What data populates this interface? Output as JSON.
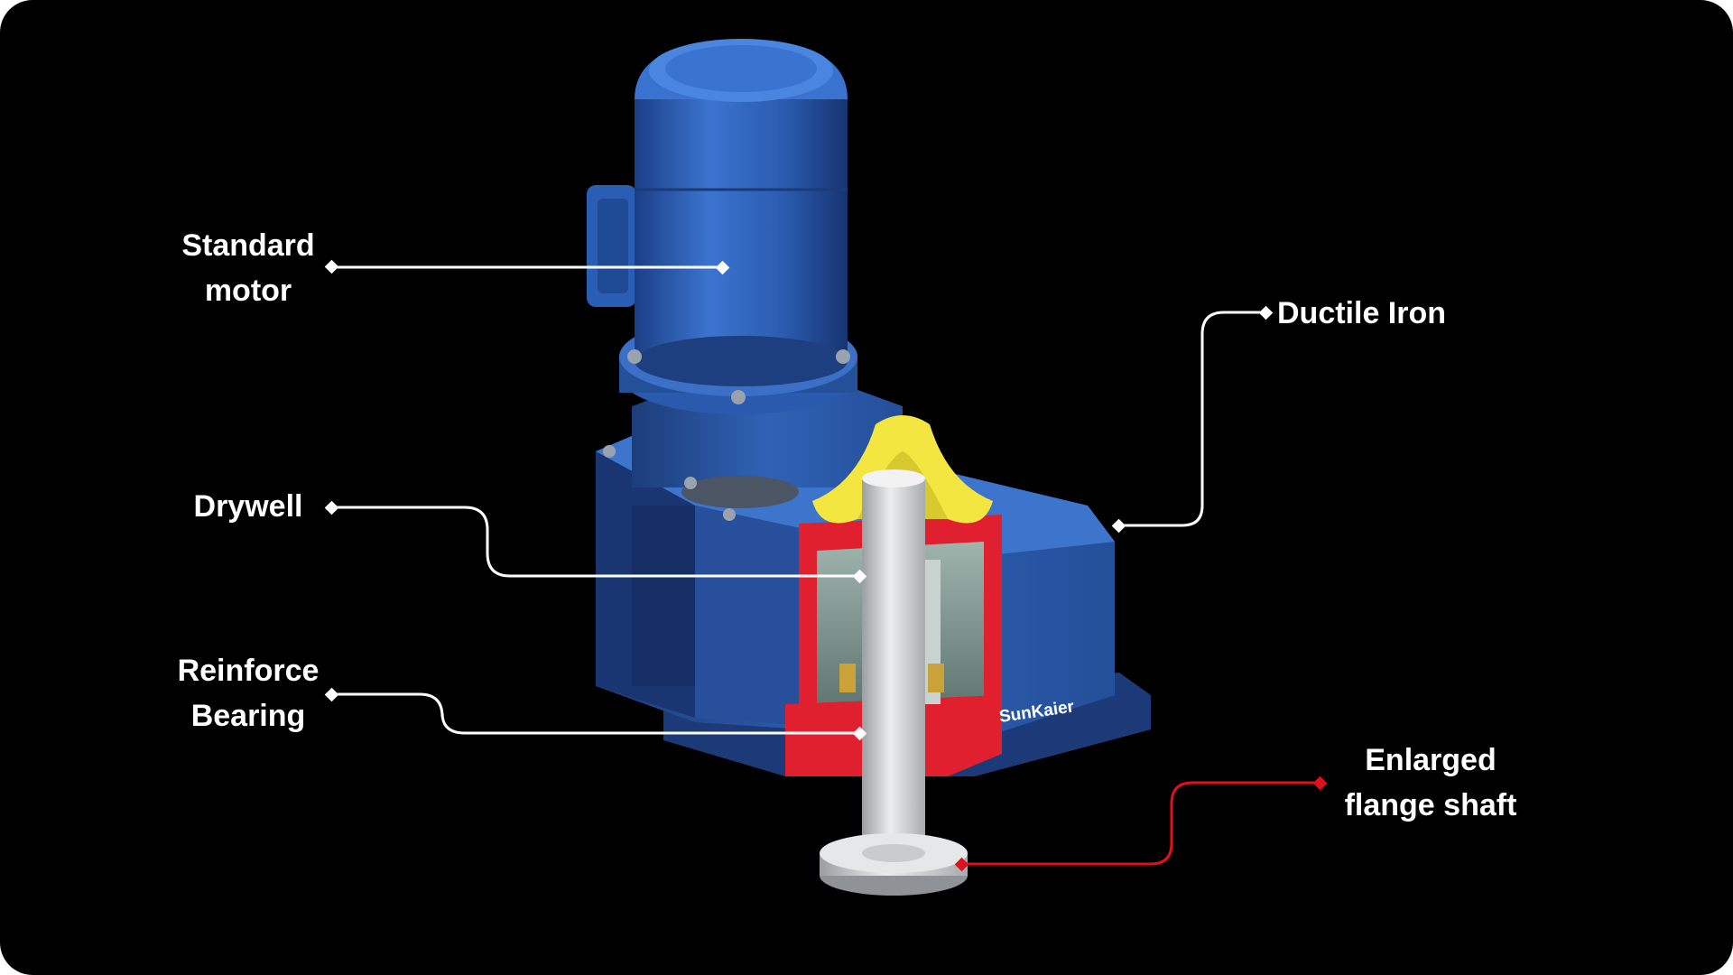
{
  "callouts": {
    "standard_motor": "Standard\nmotor",
    "ductile_iron": "Ductile Iron",
    "drywell": "Drywell",
    "reinforce_bearing": "Reinforce\nBearing",
    "enlarged_flange_shaft": "Enlarged\nflange shaft"
  },
  "brand_mark": "SunKaier",
  "colors": {
    "background": "#000000",
    "motor_blue": "#2f62b5",
    "section_red": "#e0202e",
    "dust_cap_yellow": "#f4e640",
    "shaft_grey": "#d9dadc",
    "callout_white": "#ffffff",
    "callout_red": "#e0101c"
  }
}
